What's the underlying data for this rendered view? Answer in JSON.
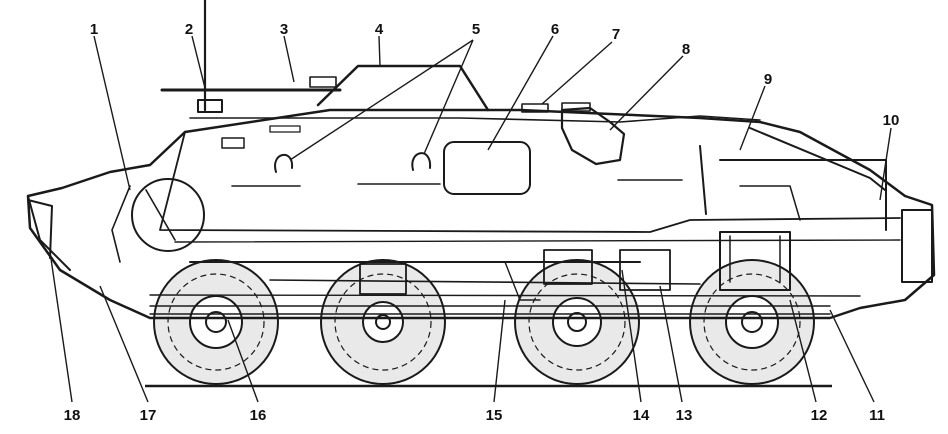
{
  "callouts": [
    {
      "id": "c1",
      "text": "1"
    },
    {
      "id": "c2",
      "text": "2"
    },
    {
      "id": "c3",
      "text": "3"
    },
    {
      "id": "c4",
      "text": "4"
    },
    {
      "id": "c5",
      "text": "5"
    },
    {
      "id": "c6",
      "text": "6"
    },
    {
      "id": "c7",
      "text": "7"
    },
    {
      "id": "c8",
      "text": "8"
    },
    {
      "id": "c9",
      "text": "9"
    },
    {
      "id": "c10",
      "text": "10"
    },
    {
      "id": "c11",
      "text": "11"
    },
    {
      "id": "c12",
      "text": "12"
    },
    {
      "id": "c13",
      "text": "13"
    },
    {
      "id": "c14",
      "text": "14"
    },
    {
      "id": "c15",
      "text": "15"
    },
    {
      "id": "c16",
      "text": "16"
    },
    {
      "id": "c17",
      "text": "17"
    },
    {
      "id": "c18",
      "text": "18"
    }
  ],
  "colors": {
    "ink": "#1a1a1a",
    "background": "#ffffff",
    "tire": "#e9e9e9"
  }
}
